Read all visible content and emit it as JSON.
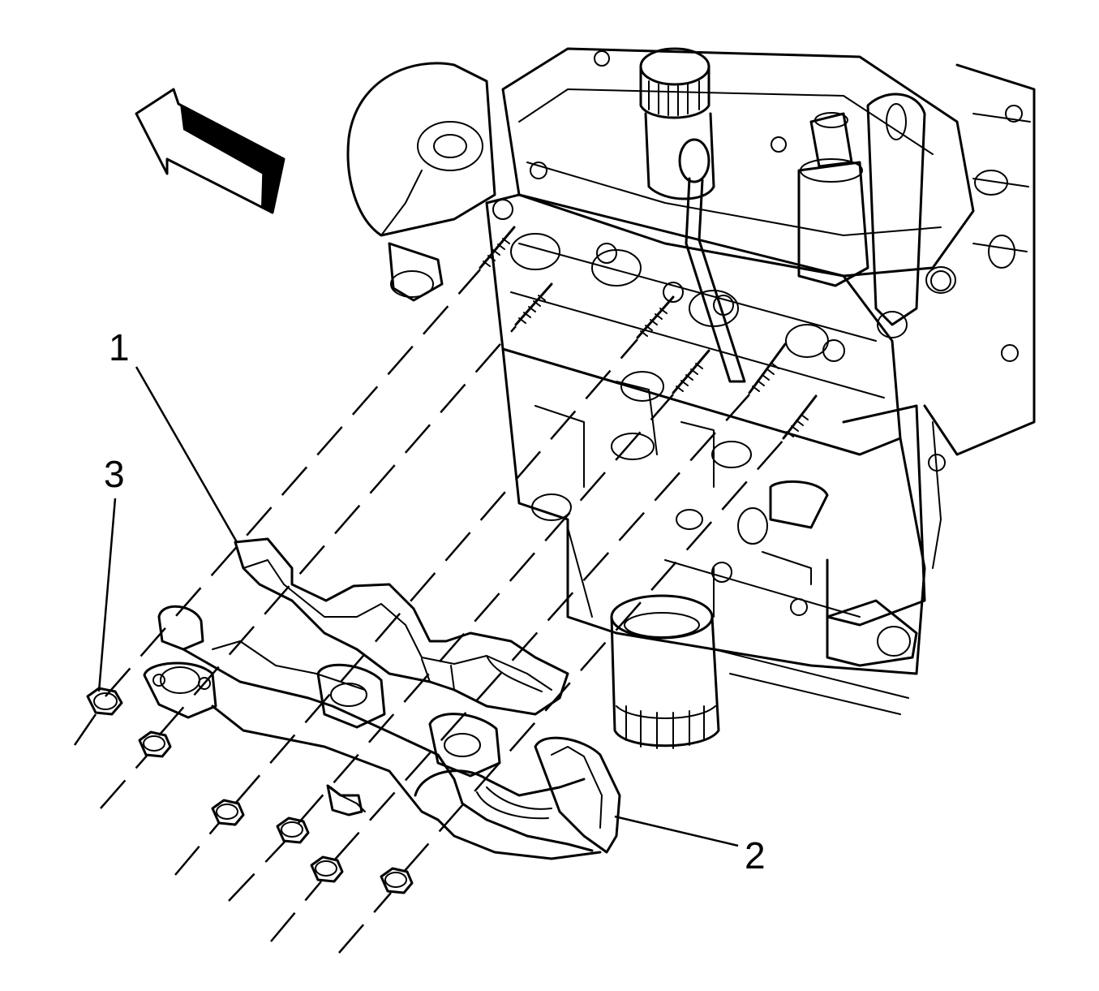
{
  "callouts": [
    {
      "id": "1",
      "text": "1"
    },
    {
      "id": "2",
      "text": "2"
    },
    {
      "id": "3",
      "text": "3"
    }
  ],
  "colors": {
    "line": "#000000",
    "background": "#ffffff"
  },
  "icons": {
    "direction": "front-direction-arrow-icon"
  }
}
